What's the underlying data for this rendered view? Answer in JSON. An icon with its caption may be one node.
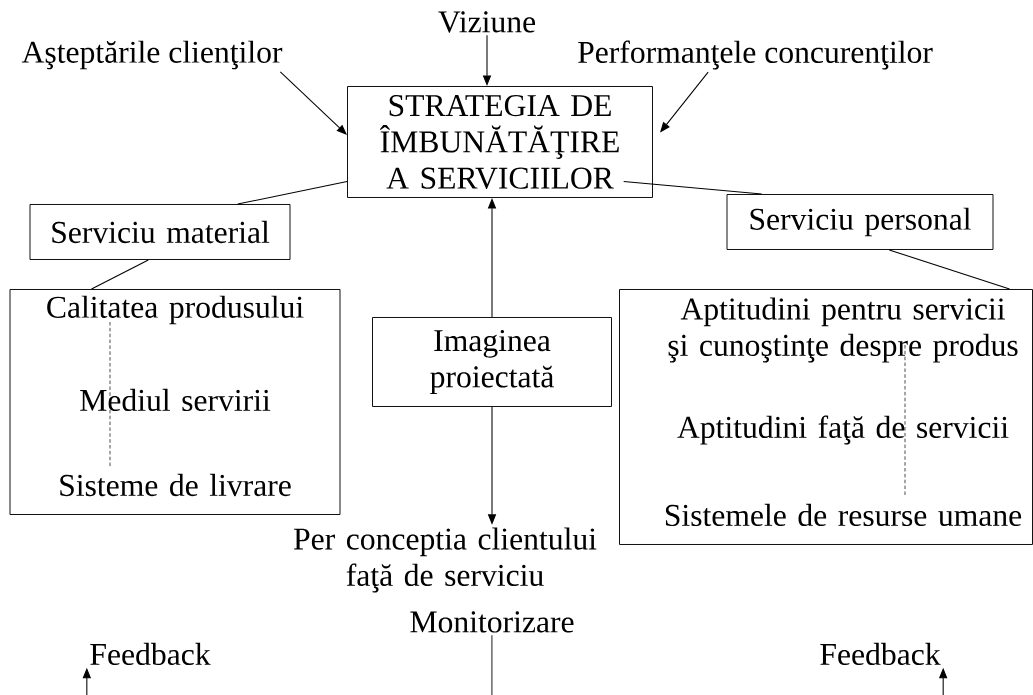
{
  "diagram": {
    "nodes": [
      {
        "text": [
          "Viziune"
        ]
      },
      {
        "text": [
          "Aşteptările clienţilor"
        ]
      },
      {
        "text": [
          "Performanţele concurenţilor"
        ]
      },
      {
        "text": [
          "STRATEGIA DE ÎMBUNĂTĂŢIRE A SERVICIILOR"
        ]
      },
      {
        "text": [
          "Serviciu material"
        ]
      },
      {
        "text": [
          "Serviciu personal"
        ]
      },
      {
        "text": [
          "Calitatea produsului",
          "Mediul servirii",
          "Sisteme de livrare"
        ]
      },
      {
        "text": [
          "Imaginea proiectată"
        ]
      },
      {
        "text": [
          "Aptitudini pentru servicii şi cunoştinţe despre produs",
          "Aptitudini faţă de servicii",
          "Sistemele de resurse umane"
        ]
      },
      {
        "text": [
          "Per conceptia clientului faţă de serviciu"
        ]
      },
      {
        "text": [
          "Monitorizare"
        ]
      },
      {
        "text": [
          "Feedback"
        ]
      },
      {
        "text": [
          "Feedback"
        ]
      }
    ],
    "edges": [
      {
        "from": 0,
        "to": 3,
        "arrow": "to"
      },
      {
        "from": 1,
        "to": 3,
        "arrow": "to"
      },
      {
        "from": 2,
        "to": 3,
        "arrow": "to"
      },
      {
        "from": 3,
        "to": 4,
        "arrow": "none"
      },
      {
        "from": 3,
        "to": 5,
        "arrow": "none"
      },
      {
        "from": 4,
        "to": 6,
        "arrow": "none"
      },
      {
        "from": 5,
        "to": 8,
        "arrow": "none"
      },
      {
        "from": 7,
        "to": 3,
        "arrow": "to"
      },
      {
        "from": 7,
        "to": 9,
        "arrow": "to"
      },
      {
        "from": 10,
        "to": null,
        "arrow": "none"
      },
      {
        "from": null,
        "to": 11,
        "arrow": "to"
      },
      {
        "from": null,
        "to": 12,
        "arrow": "to"
      }
    ]
  }
}
